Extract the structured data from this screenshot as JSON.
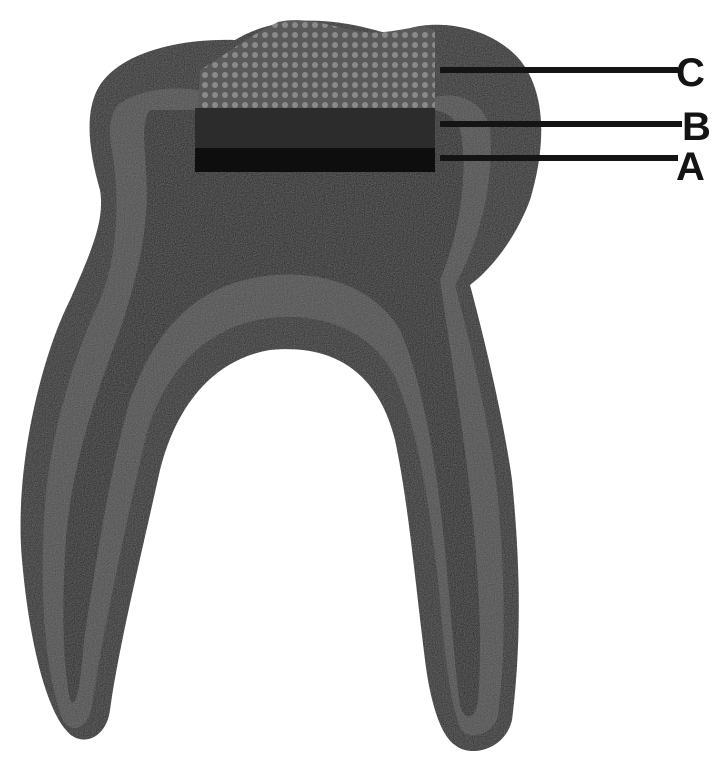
{
  "labels": {
    "c": "C",
    "b": "B",
    "a": "A"
  },
  "colors": {
    "background": "#ffffff",
    "enamel": "#262626",
    "dentin": "#4a4a4a",
    "pulp": "#1b1b1b",
    "restoration": "#6a6a6a",
    "base_layer": "#2c2c2c",
    "liner_layer": "#0e0e0e",
    "ink": "#141414"
  }
}
